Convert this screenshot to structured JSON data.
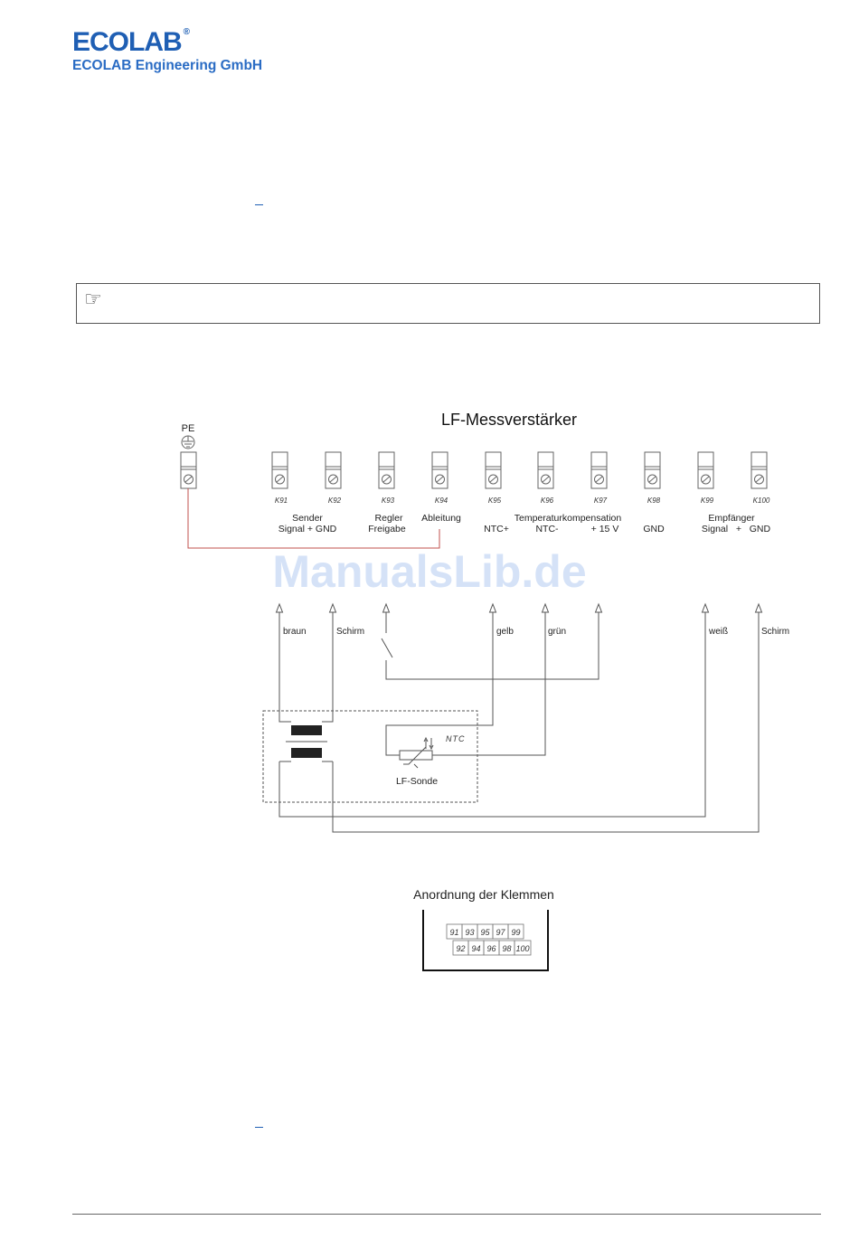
{
  "header": {
    "logo_text": "ECOLAB",
    "logo_reg": "®",
    "company": "ECOLAB Engineering GmbH"
  },
  "note": {
    "icon": "pointing-hand-icon"
  },
  "diagram": {
    "title": "LF-Messverstärker",
    "pe_label": "PE",
    "terminals": [
      "K91",
      "K92",
      "K93",
      "K94",
      "K95",
      "K96",
      "K97",
      "K98",
      "K99",
      "K100"
    ],
    "groups": {
      "sender": {
        "line1": "Sender",
        "line2": "Signal + GND"
      },
      "regler": {
        "line1": "Regler",
        "line2": "Freigabe"
      },
      "ableitung": {
        "line1": "Ableitung"
      },
      "temperatur": {
        "line1": "Temperaturkompensation",
        "ntc_plus": "NTC+",
        "ntc_minus": "NTC-",
        "v15": "+ 15 V"
      },
      "gnd": {
        "line1": "GND"
      },
      "empfaenger": {
        "line1": "Empfänger",
        "line2": "Signal   +   GND"
      }
    },
    "wires": {
      "braun": "braun",
      "schirm1": "Schirm",
      "gelb": "gelb",
      "gruen": "grün",
      "weiss": "weiß",
      "schirm2": "Schirm"
    },
    "ntc_label": "NTC",
    "sonde_label": "LF-Sonde",
    "arrangement": {
      "title": "Anordnung der Klemmen",
      "top_row": [
        "91",
        "93",
        "95",
        "97",
        "99"
      ],
      "bottom_row": [
        "92",
        "94",
        "96",
        "98",
        "100"
      ]
    }
  },
  "watermark": "ManualsLib.de"
}
